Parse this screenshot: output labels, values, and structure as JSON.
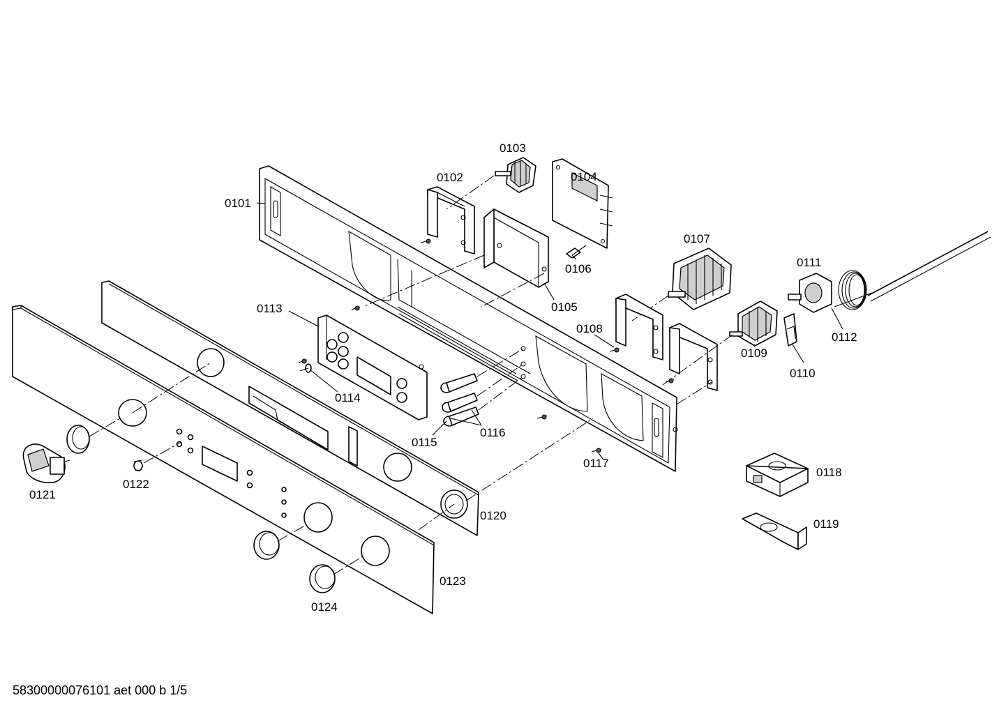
{
  "footer": {
    "text": "58300000076101 aet 000 b 1/5"
  },
  "labels": {
    "p0101": "0101",
    "p0102": "0102",
    "p0103": "0103",
    "p0104": "0104",
    "p0105": "0105",
    "p0106": "0106",
    "p0107": "0107",
    "p0108": "0108",
    "p0109": "0109",
    "p0110": "0110",
    "p0111": "0111",
    "p0112": "0112",
    "p0113": "0113",
    "p0114": "0114",
    "p0115": "0115",
    "p0116": "0116",
    "p0117": "0117",
    "p0118": "0118",
    "p0119": "0119",
    "p0120": "0120",
    "p0121": "0121",
    "p0122": "0122",
    "p0123": "0123",
    "p0124": "0124"
  }
}
